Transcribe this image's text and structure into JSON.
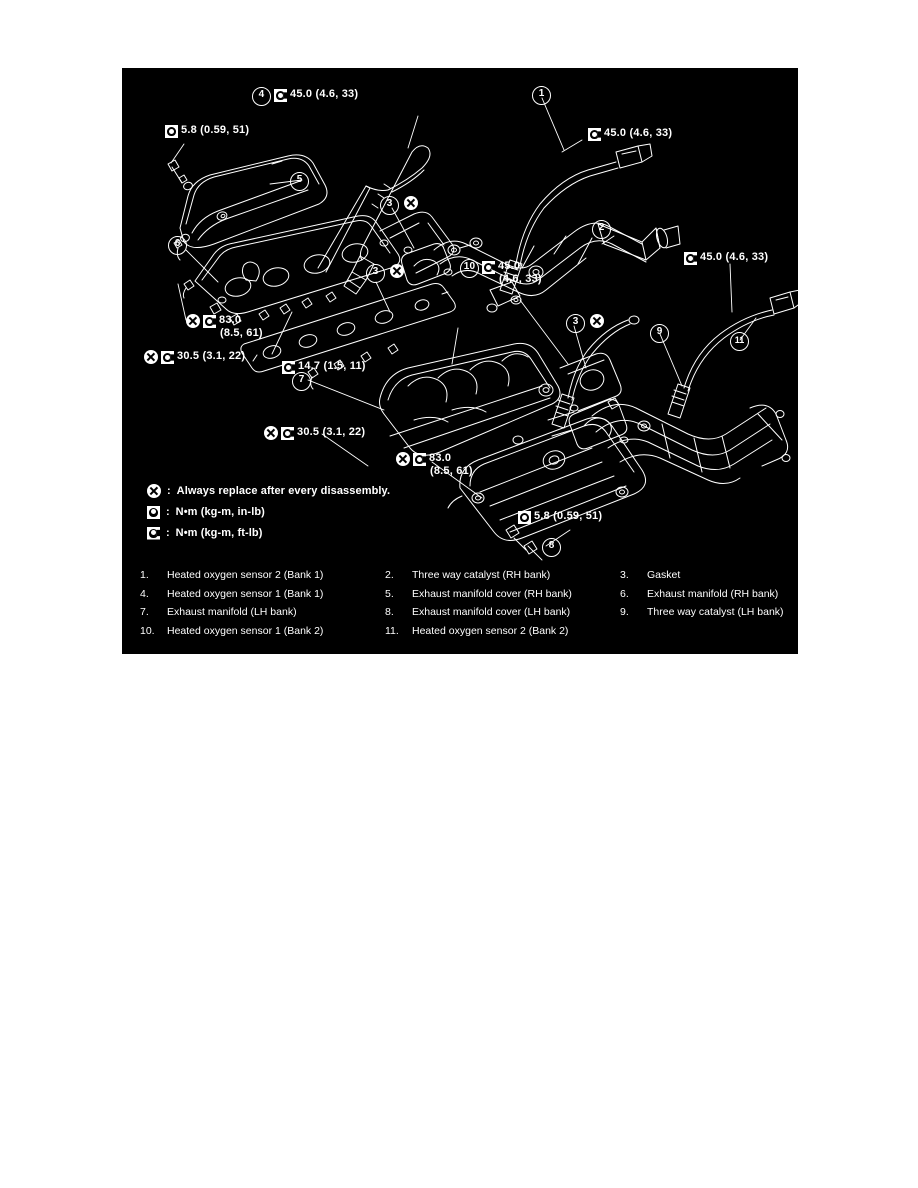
{
  "figure": {
    "background_color": "#000000",
    "foreground_color": "#ffffff"
  },
  "torque_callouts": [
    {
      "id": "torque-45-top-left",
      "value": "45.0 (4.6, 33)",
      "line1": "45.0 (4.6, 33)",
      "line2": "",
      "unit_icon": "torque-ft-lb-icon",
      "has_replace_mark": false,
      "balloon": "4"
    },
    {
      "id": "torque-58-upper-left",
      "value": "5.8 (0.59, 51)",
      "line1": "5.8 (0.59, 51)",
      "line2": "",
      "unit_icon": "torque-in-lb-icon",
      "has_replace_mark": false,
      "balloon": ""
    },
    {
      "id": "torque-45-top-right",
      "value": "45.0 (4.6, 33)",
      "line1": "45.0 (4.6, 33)",
      "line2": "",
      "unit_icon": "torque-ft-lb-icon",
      "has_replace_mark": false,
      "balloon": ""
    },
    {
      "id": "torque-45-mid-right",
      "value": "45.0 (4.6, 33)",
      "line1": "45.0 (4.6, 33)",
      "line2": "",
      "unit_icon": "torque-ft-lb-icon",
      "has_replace_mark": false,
      "balloon": ""
    },
    {
      "id": "torque-45-mid-center",
      "value": "45.0 (4.6, 33)",
      "line1": "45.0",
      "line2": "(4.6, 33)",
      "unit_icon": "torque-ft-lb-icon",
      "has_replace_mark": false,
      "balloon": "10"
    },
    {
      "id": "torque-83-upper",
      "value": "83.0 (8.5, 61)",
      "line1": "83.0",
      "line2": "(8.5, 61)",
      "unit_icon": "torque-ft-lb-icon",
      "has_replace_mark": true,
      "balloon": ""
    },
    {
      "id": "torque-305-upper",
      "value": "30.5 (3.1, 22)",
      "line1": "30.5 (3.1, 22)",
      "line2": "",
      "unit_icon": "torque-ft-lb-icon",
      "has_replace_mark": true,
      "balloon": ""
    },
    {
      "id": "torque-147",
      "value": "14.7 (1.5, 11)",
      "line1": "14.7 (1.5, 11)",
      "line2": "",
      "unit_icon": "torque-ft-lb-icon",
      "has_replace_mark": false,
      "balloon": ""
    },
    {
      "id": "torque-305-lower",
      "value": "30.5 (3.1, 22)",
      "line1": "30.5 (3.1, 22)",
      "line2": "",
      "unit_icon": "torque-ft-lb-icon",
      "has_replace_mark": true,
      "balloon": ""
    },
    {
      "id": "torque-83-lower",
      "value": "83.0 (8.5, 61)",
      "line1": "83.0",
      "line2": "(8.5, 61)",
      "unit_icon": "torque-ft-lb-icon",
      "has_replace_mark": true,
      "balloon": ""
    },
    {
      "id": "torque-58-lower",
      "value": "5.8 (0.59, 51)",
      "line1": "5.8 (0.59, 51)",
      "line2": "",
      "unit_icon": "torque-in-lb-icon",
      "has_replace_mark": false,
      "balloon": ""
    }
  ],
  "balloons": [
    {
      "id": "balloon-1",
      "label": "1"
    },
    {
      "id": "balloon-2",
      "label": "2"
    },
    {
      "id": "balloon-3a",
      "label": "3"
    },
    {
      "id": "balloon-3b",
      "label": "3"
    },
    {
      "id": "balloon-3c",
      "label": "3"
    },
    {
      "id": "balloon-4",
      "label": "4"
    },
    {
      "id": "balloon-5",
      "label": "5"
    },
    {
      "id": "balloon-6",
      "label": "6"
    },
    {
      "id": "balloon-7",
      "label": "7"
    },
    {
      "id": "balloon-8",
      "label": "8"
    },
    {
      "id": "balloon-9",
      "label": "9"
    },
    {
      "id": "balloon-10",
      "label": "10"
    },
    {
      "id": "balloon-11",
      "label": "11"
    }
  ],
  "legend": {
    "rows": [
      {
        "icon": "replace-x-icon",
        "separator": ":",
        "text": "Always replace after every disassembly."
      },
      {
        "icon": "torque-in-lb-icon",
        "separator": ":",
        "text": "N•m  (kg-m,  in-lb)"
      },
      {
        "icon": "torque-ft-lb-icon",
        "separator": ":",
        "text": "N•m  (kg-m,  ft-lb)"
      }
    ]
  },
  "parts_list": [
    [
      {
        "num": "1.",
        "name": "Heated oxygen sensor 2 (Bank 1)"
      },
      {
        "num": "2.",
        "name": "Three way catalyst (RH bank)"
      },
      {
        "num": "3.",
        "name": "Gasket"
      }
    ],
    [
      {
        "num": "4.",
        "name": "Heated oxygen sensor 1 (Bank 1)"
      },
      {
        "num": "5.",
        "name": "Exhaust manifold cover (RH bank)"
      },
      {
        "num": "6.",
        "name": "Exhaust manifold (RH bank)"
      }
    ],
    [
      {
        "num": "7.",
        "name": "Exhaust manifold (LH bank)"
      },
      {
        "num": "8.",
        "name": "Exhaust manifold cover (LH bank)"
      },
      {
        "num": "9.",
        "name": "Three way catalyst (LH bank)"
      }
    ],
    [
      {
        "num": "10.",
        "name": "Heated oxygen sensor 1 (Bank 2)"
      },
      {
        "num": "11.",
        "name": "Heated oxygen sensor 2 (Bank 2)"
      },
      {
        "num": "",
        "name": ""
      }
    ]
  ]
}
